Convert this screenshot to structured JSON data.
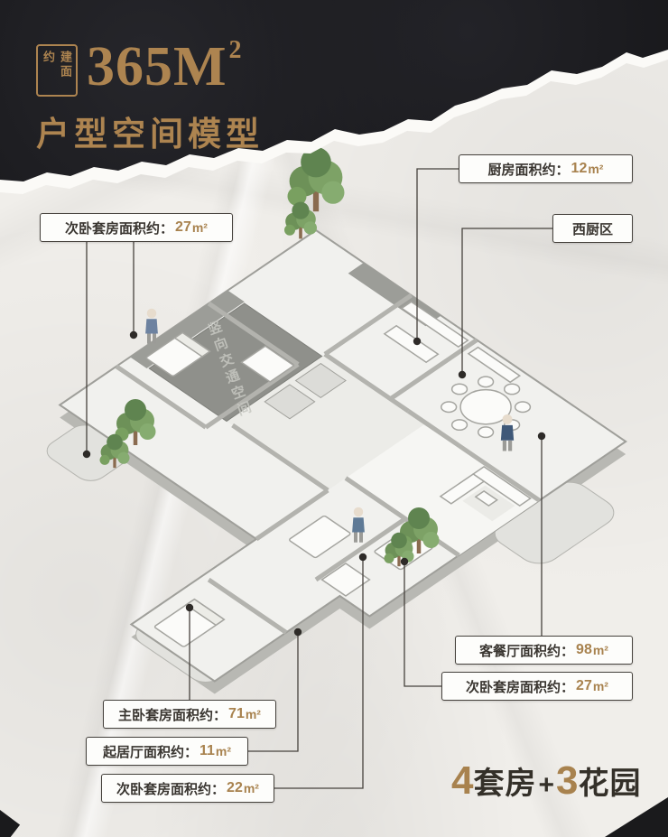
{
  "title": {
    "badge": "建面约",
    "area": "365M",
    "area_sup": "2",
    "subtitle": "户型空间模型"
  },
  "plan": {
    "core_label": "竖向交通空间"
  },
  "callouts": {
    "kitchen": {
      "label": "厨房面积约：",
      "value": "12",
      "unit": "m²"
    },
    "west_kitchen": {
      "label": "西厨区"
    },
    "suite_top_left": {
      "label": "次卧套房面积约：",
      "value": "27",
      "unit": "m²"
    },
    "living": {
      "label": "客餐厅面积约：",
      "value": "98",
      "unit": "m²"
    },
    "suite_bottom_right": {
      "label": "次卧套房面积约：",
      "value": "27",
      "unit": "m²"
    },
    "master": {
      "label": "主卧套房面积约：",
      "value": "71",
      "unit": "m²"
    },
    "sitting": {
      "label": "起居厅面积约：",
      "value": "11",
      "unit": "m²"
    },
    "suite_bottom_left": {
      "label": "次卧套房面积约：",
      "value": "22",
      "unit": "m²"
    }
  },
  "tagline": {
    "num_suites": "4",
    "suites_label": "套房",
    "plus": "+",
    "num_gardens": "3",
    "gardens_label": "花园"
  },
  "colors": {
    "gold": "#a8824e",
    "ink": "#3a3631",
    "paper": "#f0eeea",
    "header_black": "#17171a"
  }
}
